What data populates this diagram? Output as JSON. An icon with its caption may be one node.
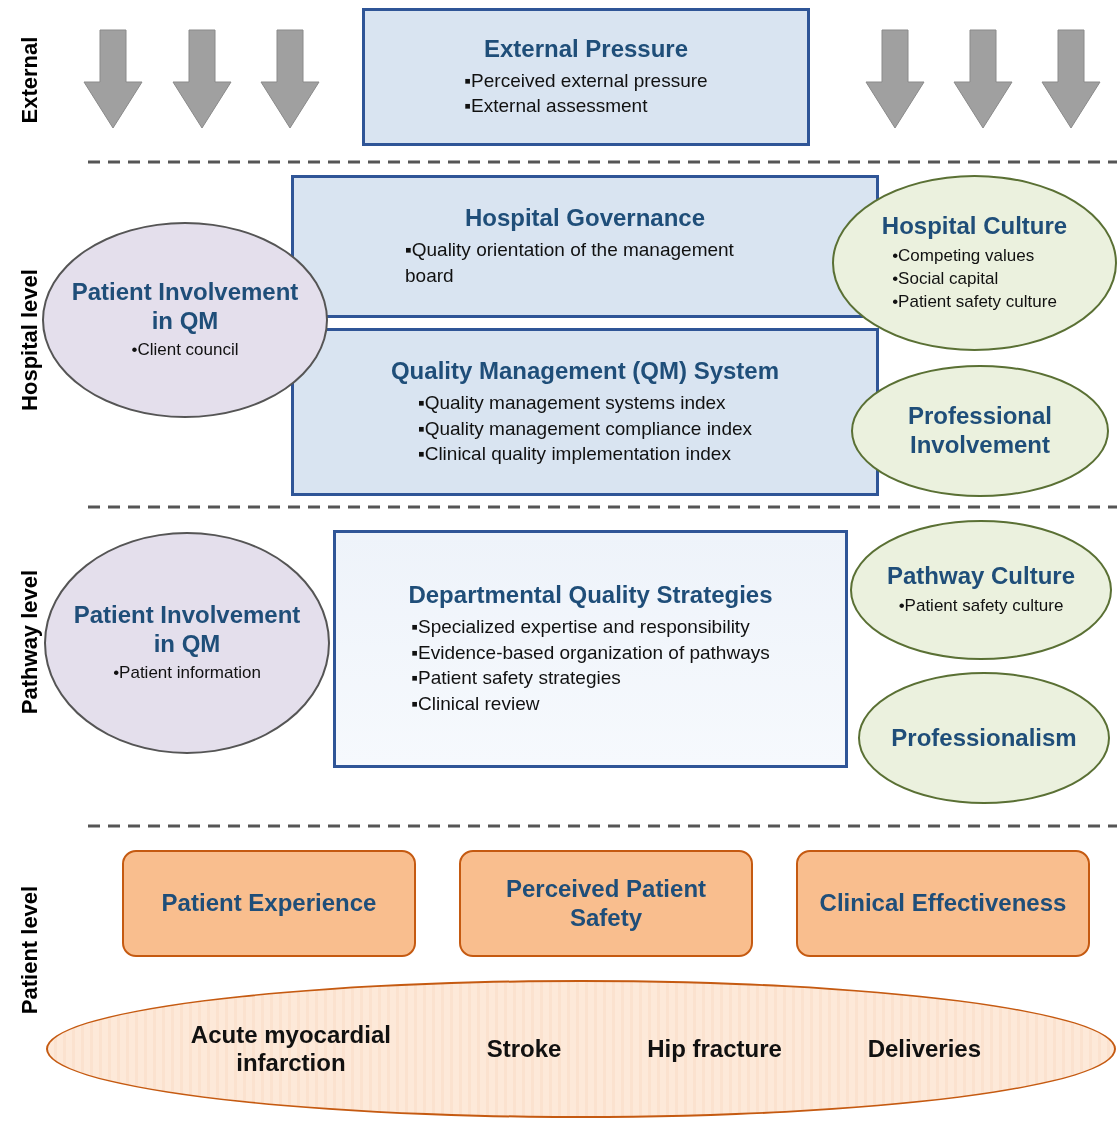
{
  "diagram": {
    "nodes": [
      {
        "text": [
          "External Pressure",
          "▪Perceived external pressure",
          "▪External assessment"
        ]
      },
      {
        "text": [
          "Hospital Governance",
          "▪Quality orientation of the management board"
        ]
      },
      {
        "text": [
          "Quality Management (QM) System",
          "▪Quality management systems index",
          "▪Quality management compliance index",
          "▪Clinical quality implementation index"
        ]
      },
      {
        "text": [
          "Patient Involvement in QM",
          "•Client council"
        ]
      },
      {
        "text": [
          "Hospital Culture",
          "•Competing values",
          "•Social capital",
          "•Patient safety culture"
        ]
      },
      {
        "text": [
          "Professional Involvement"
        ]
      },
      {
        "text": [
          "Departmental Quality Strategies",
          "▪Specialized expertise and responsibility",
          "▪Evidence-based organization of pathways",
          "▪Patient safety strategies",
          "▪Clinical review"
        ]
      },
      {
        "text": [
          "Patient Involvement in QM",
          "•Patient information"
        ]
      },
      {
        "text": [
          "Pathway Culture",
          "•Patient safety culture"
        ]
      },
      {
        "text": [
          "Professionalism"
        ]
      },
      {
        "text": [
          "Patient Experience"
        ]
      },
      {
        "text": [
          "Perceived Patient Safety"
        ]
      },
      {
        "text": [
          "Clinical Effectiveness"
        ]
      },
      {
        "text": [
          "Acute myocardial infarction",
          "Stroke",
          "Hip fracture",
          "Deliveries"
        ]
      }
    ],
    "edges": [],
    "labels": [
      "External",
      "Hospital level",
      "Pathway level",
      "Patient level"
    ]
  }
}
